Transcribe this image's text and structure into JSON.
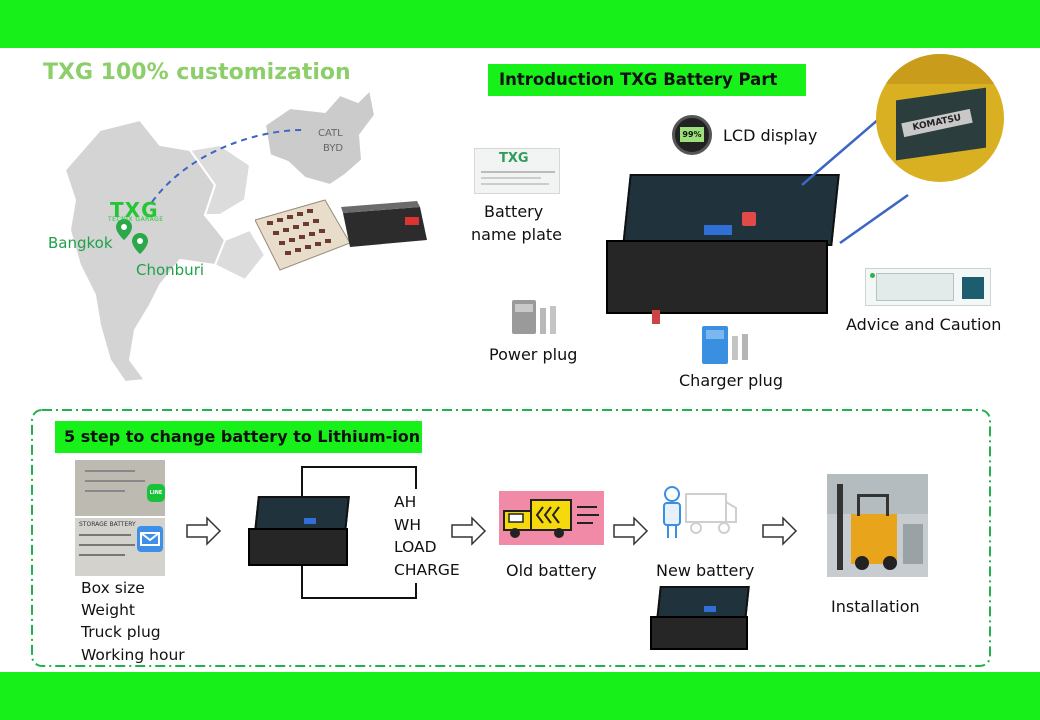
{
  "customization_title": "TXG 100% customization",
  "map": {
    "logo_text": "TXG",
    "logo_sub": "TECNIX GARAGE",
    "china_labels": [
      "CATL",
      "BYD"
    ],
    "cities": [
      "Bangkok",
      "Chonburi"
    ]
  },
  "intro_title": "Introduction TXG Battery Part",
  "parts": {
    "lcd": "LCD display",
    "lcd_value": "99%",
    "nameplate": [
      "Battery",
      "name plate"
    ],
    "nameplate_logo": "TXG",
    "power_plug": "Power plug",
    "charger_plug": "Charger plug",
    "advice": "Advice and Caution",
    "forklift_brand": "KOMATSU"
  },
  "steps_title": "5 step to change battery to Lithium-ion",
  "step1": {
    "items": [
      "Box size",
      "Weight",
      "Truck plug",
      "Working hour"
    ],
    "line_icon": "LINE",
    "doc_label": "STORAGE BATTERY"
  },
  "step2": {
    "specs": [
      "AH",
      "WH",
      "LOAD",
      "CHARGE"
    ]
  },
  "step3": {
    "label": "Old battery"
  },
  "step4": {
    "label": "New battery"
  },
  "step5": {
    "label": "Installation"
  },
  "colors": {
    "brand_green": "#18f01a",
    "title_green": "#8ccf6a",
    "map_grey": "#cfcfcf",
    "route_blue": "#3b66c4",
    "truck_pink": "#f08aa6",
    "dash_green": "#22b14c"
  }
}
